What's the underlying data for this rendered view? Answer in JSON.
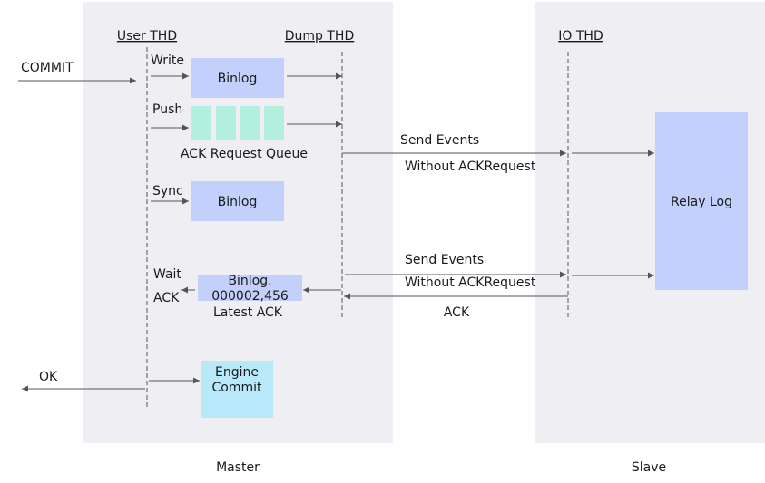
{
  "panels": {
    "master_label": "Master",
    "slave_label": "Slave"
  },
  "threads": {
    "user_thd": "User THD",
    "dump_thd": "Dump THD",
    "io_thd": "IO THD"
  },
  "labels": {
    "commit": "COMMIT",
    "write": "Write",
    "push": "Push",
    "sync": "Sync",
    "wait": "Wait",
    "ack_left": "ACK",
    "ok": "OK",
    "ack_request_queue": "ACK Request Queue",
    "send_events_1": "Send Events",
    "without_ack_1": "Without ACKRequest",
    "send_events_2": "Send Events",
    "without_ack_2": "Without ACKRequest",
    "ack_return": "ACK",
    "latest_ack": "Latest ACK"
  },
  "boxes": {
    "binlog_write": "Binlog",
    "binlog_sync": "Binlog",
    "binlog_pos_line1": "Binlog.",
    "binlog_pos_line2": "000002,456",
    "engine_commit_line1": "Engine",
    "engine_commit_line2": "Commit",
    "relay_log": "Relay Log"
  },
  "colors": {
    "panel": "#efeff3",
    "binlog_box": "#c2d0fb",
    "queue_slot": "#b2efdc",
    "engine_box": "#b7e9fb",
    "relay_box": "#c2d0fb",
    "line": "#555555"
  }
}
